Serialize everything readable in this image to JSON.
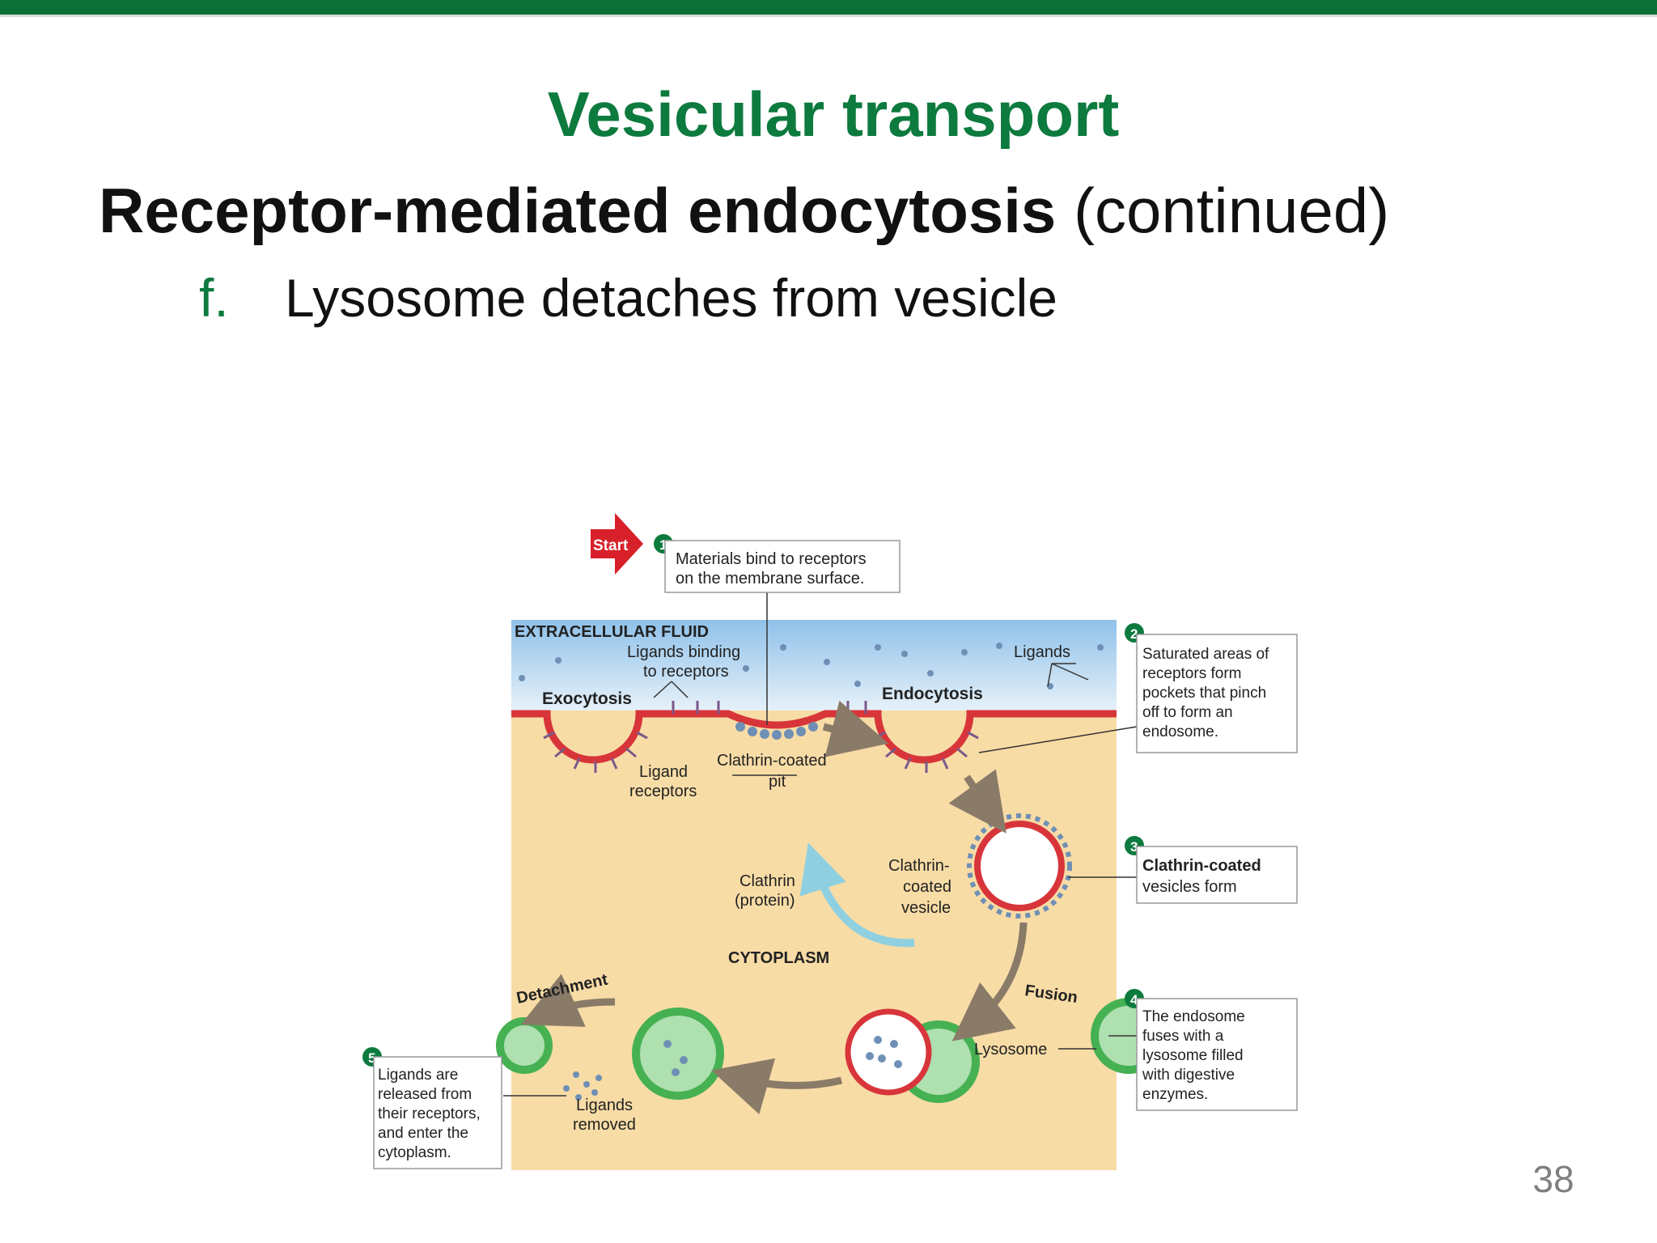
{
  "slide": {
    "title": "Vesicular transport",
    "subtitle_bold": "Receptor-mediated endocytosis",
    "subtitle_rest": " (continued)",
    "bullet_marker": "f.",
    "bullet_text": "Lysosome detaches from vesicle",
    "page_number": "38"
  },
  "colors": {
    "accent_green": "#0d7a3e",
    "top_bar": "#0a7038",
    "extracellular_fluid": "#9cc8ea",
    "cytoplasm": "#f8dca6",
    "membrane": "#d8353b",
    "lysosome": "#46b152",
    "start_arrow": "#d8202a"
  },
  "diagram": {
    "start_label": "Start",
    "extracellular_label": "EXTRACELLULAR FLUID",
    "cytoplasm_label": "CYTOPLASM",
    "labels": {
      "ligands_binding_1": "Ligands binding",
      "ligands_binding_2": "to receptors",
      "ligands": "Ligands",
      "exocytosis": "Exocytosis",
      "endocytosis": "Endocytosis",
      "ligand_receptors_1": "Ligand",
      "ligand_receptors_2": "receptors",
      "clathrin_pit_1": "Clathrin-coated",
      "clathrin_pit_2": "pit",
      "clathrin_protein_1": "Clathrin",
      "clathrin_protein_2": "(protein)",
      "clathrin_vesicle_1": "Clathrin-",
      "clathrin_vesicle_2": "coated",
      "clathrin_vesicle_3": "vesicle",
      "detachment": "Detachment",
      "fusion": "Fusion",
      "lysosome": "Lysosome",
      "ligands_removed_1": "Ligands",
      "ligands_removed_2": "removed"
    },
    "steps": [
      {
        "number": "1",
        "lines": [
          "Materials bind to receptors",
          "on the membrane surface."
        ]
      },
      {
        "number": "2",
        "lines": [
          "Saturated areas of",
          "receptors form",
          "pockets that pinch",
          "off to form an",
          "endosome."
        ]
      },
      {
        "number": "3",
        "lines": [
          "Clathrin-coated",
          "vesicles form"
        ]
      },
      {
        "number": "4",
        "lines": [
          "The endosome",
          "fuses with a",
          "lysosome filled",
          "with digestive",
          "enzymes."
        ]
      },
      {
        "number": "5",
        "lines": [
          "Ligands are",
          "released from",
          "their receptors,",
          "and enter the",
          "cytoplasm."
        ]
      }
    ]
  }
}
